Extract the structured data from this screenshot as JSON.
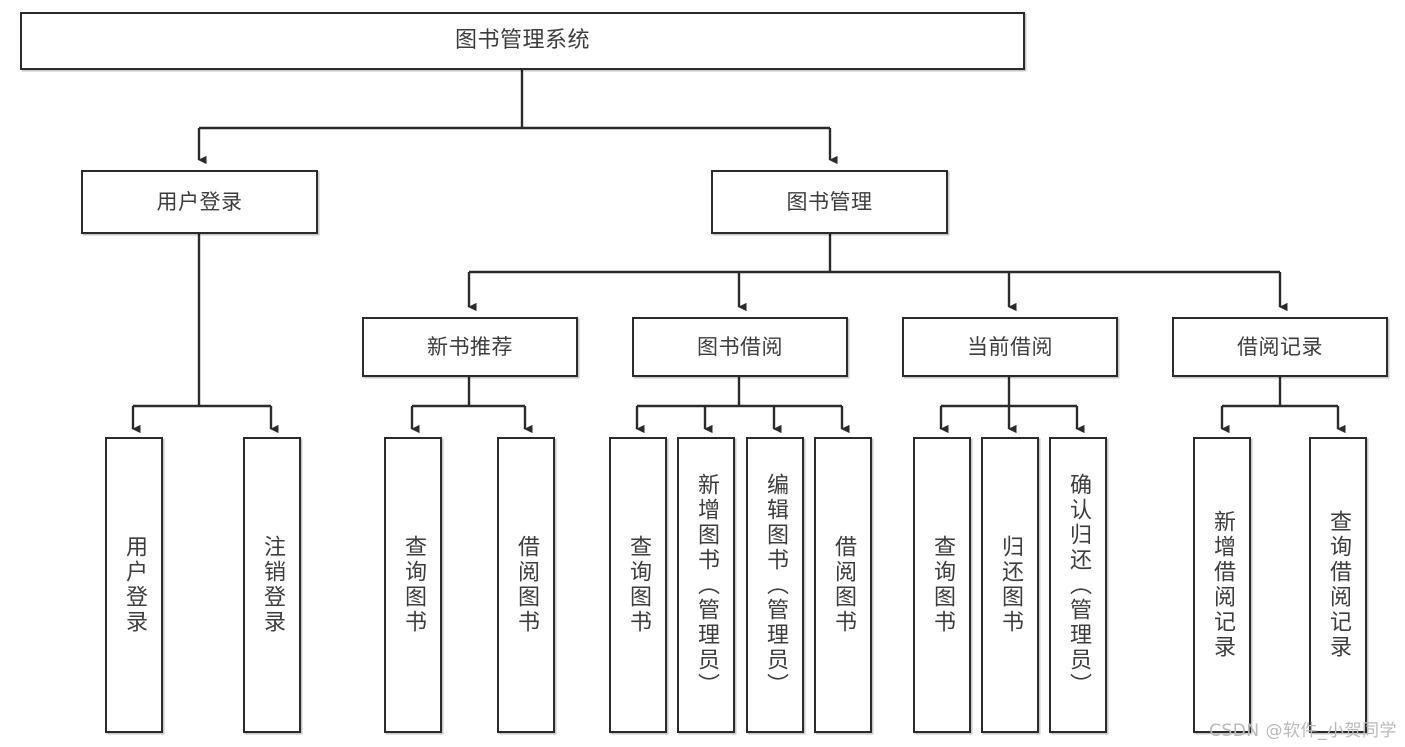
{
  "diagram": {
    "title_node": {
      "label": "图书管理系统"
    },
    "level2": [
      {
        "id": "user-login",
        "label": "用户登录"
      },
      {
        "id": "book-management",
        "label": "图书管理"
      }
    ],
    "level3": [
      {
        "id": "new-book-recommend",
        "label": "新书推荐"
      },
      {
        "id": "book-borrow",
        "label": "图书借阅"
      },
      {
        "id": "current-borrow",
        "label": "当前借阅"
      },
      {
        "id": "borrow-record",
        "label": "借阅记录"
      }
    ],
    "leaves": [
      {
        "id": "leaf-user-login",
        "label": "用户登录",
        "parent": "user-login"
      },
      {
        "id": "leaf-logout-login",
        "label": "注销登录",
        "parent": "user-login"
      },
      {
        "id": "leaf-query-book-1",
        "label": "查询图书",
        "parent": "new-book-recommend"
      },
      {
        "id": "leaf-borrow-book-1",
        "label": "借阅图书",
        "parent": "new-book-recommend"
      },
      {
        "id": "leaf-query-book-2",
        "label": "查询图书",
        "parent": "book-borrow"
      },
      {
        "id": "leaf-add-book-admin",
        "label": "新增图书（管理员）",
        "parent": "book-borrow"
      },
      {
        "id": "leaf-edit-book-admin",
        "label": "编辑图书（管理员）",
        "parent": "book-borrow"
      },
      {
        "id": "leaf-borrow-book-2",
        "label": "借阅图书",
        "parent": "book-borrow"
      },
      {
        "id": "leaf-query-book-3",
        "label": "查询图书",
        "parent": "current-borrow"
      },
      {
        "id": "leaf-return-book",
        "label": "归还图书",
        "parent": "current-borrow"
      },
      {
        "id": "leaf-confirm-return-admin",
        "label": "确认归还（管理员）",
        "parent": "current-borrow"
      },
      {
        "id": "leaf-add-borrow-record",
        "label": "新增借阅记录",
        "parent": "borrow-record"
      },
      {
        "id": "leaf-query-borrow-record",
        "label": "查询借阅记录",
        "parent": "borrow-record"
      }
    ],
    "watermark": "CSDN @软件_小贺同学",
    "colors": {
      "stroke": "#2b2b2b",
      "text": "#3d3d3d",
      "background": "#ffffff",
      "watermark": "#b9b9b9"
    }
  }
}
